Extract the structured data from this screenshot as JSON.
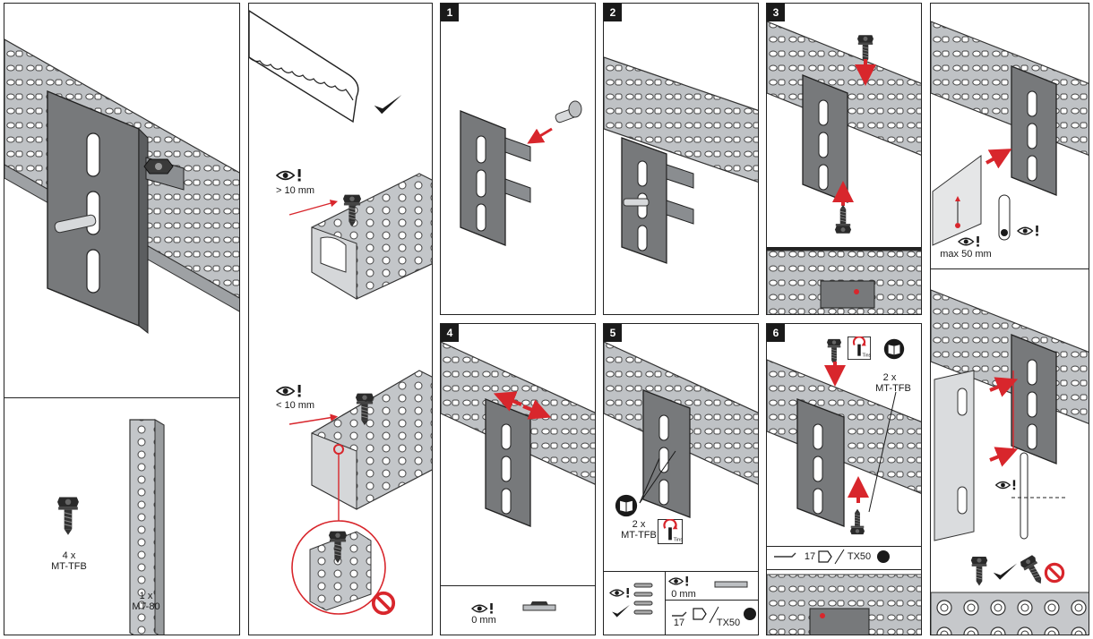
{
  "parts": {
    "screw_qty": "4 x",
    "screw_name": "MT-TFB",
    "rail_qty": "1 x",
    "rail_name": "MT-80"
  },
  "cut": {
    "gap_over": "> 10 mm",
    "gap_under": "< 10 mm"
  },
  "steps": [
    "1",
    "2",
    "3",
    "4",
    "5",
    "6"
  ],
  "step4": {
    "gap": "0 mm"
  },
  "step5": {
    "qty": "2 x",
    "screw": "MT-TFB",
    "gap": "0 mm",
    "wrench": "17",
    "bit": "TX50"
  },
  "step6": {
    "qty": "2 x",
    "screw": "MT-TFB",
    "wrench": "17",
    "bit": "TX50"
  },
  "extra": {
    "max_label": "max 50 mm"
  },
  "icons": [
    "eye-warning-icon",
    "checkmark-icon",
    "prohibited-icon",
    "torque-icon",
    "manual-icon",
    "hex-wrench-icon",
    "torx-icon",
    "arrow-icon"
  ],
  "colors": {
    "steel": "#b9bcbf",
    "plate": "#77797b",
    "accent": "#d8262c",
    "ink": "#1a1a1a"
  }
}
